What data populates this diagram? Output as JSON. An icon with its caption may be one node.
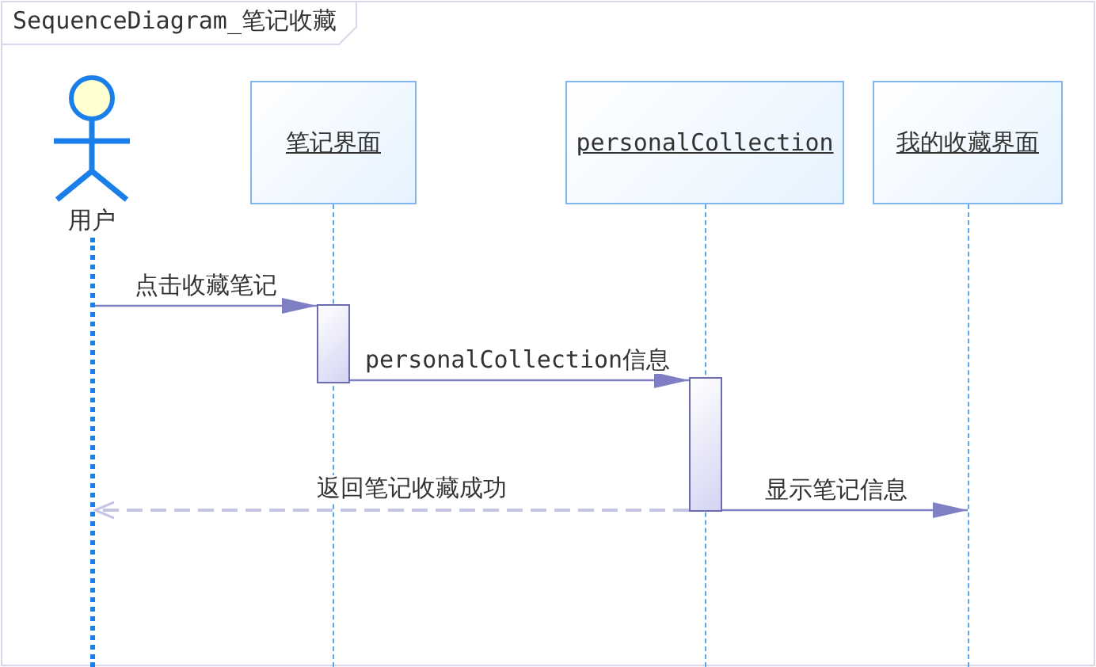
{
  "diagram": {
    "title": "SequenceDiagram_笔记收藏",
    "nodes": [
      {
        "text": [
          "用户"
        ]
      },
      {
        "text": [
          "笔记界面"
        ]
      },
      {
        "text": [
          "personalCollection"
        ]
      },
      {
        "text": [
          "我的收藏界面"
        ]
      },
      {
        "text": [],
        "shape": "line"
      },
      {
        "text": [],
        "shape": "line"
      },
      {
        "text": [],
        "shape": "line"
      },
      {
        "text": [],
        "shape": "line"
      },
      {
        "text": [],
        "shape": "bar"
      },
      {
        "text": [],
        "shape": "bar"
      }
    ],
    "edges": [
      {
        "from": 4,
        "to": 8,
        "arrow": "to",
        "label": "点击收藏笔记"
      },
      {
        "from": 8,
        "to": 9,
        "arrow": "to",
        "label": "personalCollection信息"
      },
      {
        "from": 9,
        "to": 4,
        "arrow": "to",
        "label": "返回笔记收藏成功",
        "style": "dashed",
        "color": "#c4c4e4"
      },
      {
        "from": 9,
        "to": 7,
        "arrow": "to",
        "label": "显示笔记信息"
      }
    ]
  }
}
